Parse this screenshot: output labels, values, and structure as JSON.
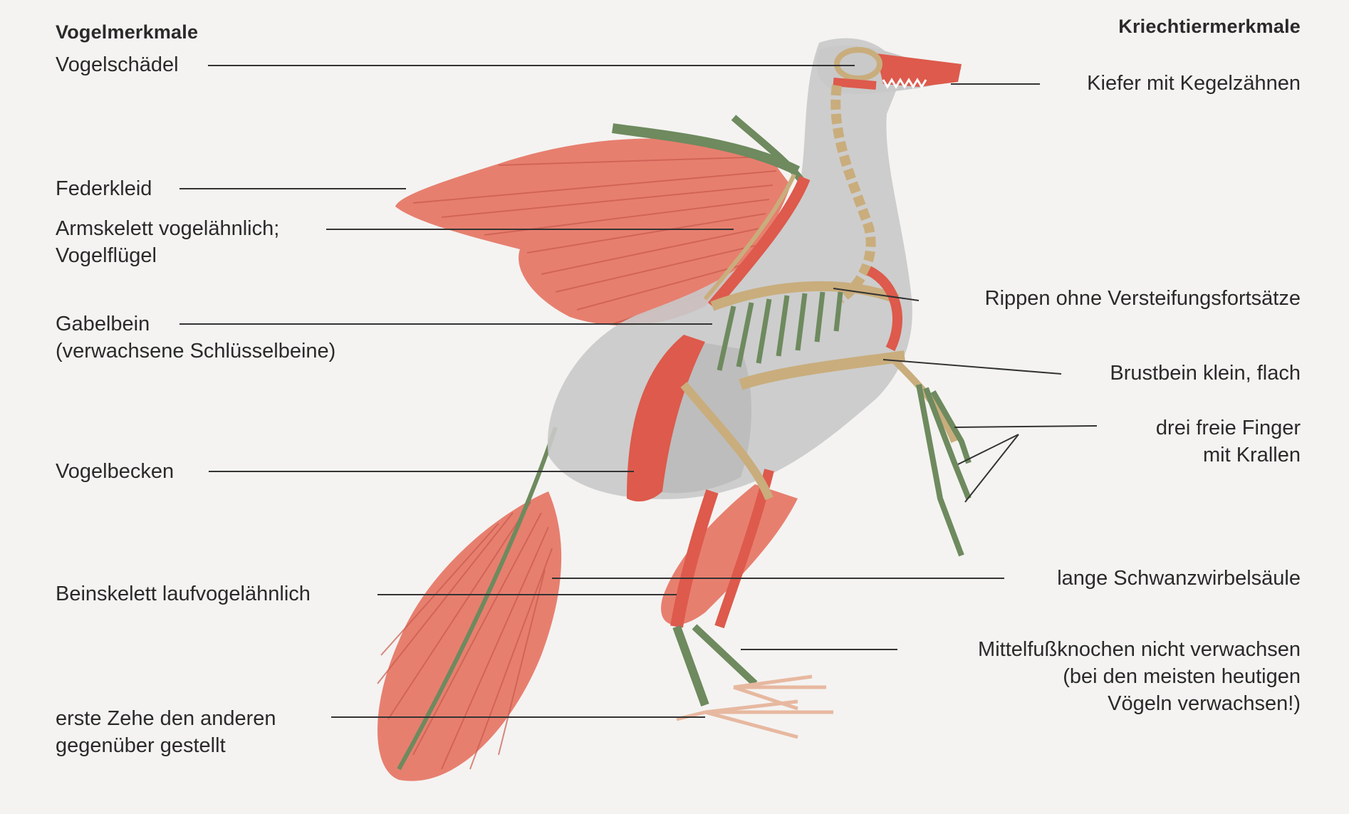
{
  "headings": {
    "bird_features": "Vogelmerkmale",
    "reptile_features": "Kriechtiermerkmale"
  },
  "bird_labels": {
    "skull": "Vogelschädel",
    "plumage": "Federkleid",
    "arm_line1": "Armskelett vogelähnlich;",
    "arm_line2": "Vogelflügel",
    "wishbone_line1": "Gabelbein",
    "wishbone_line2": "(verwachsene Schlüsselbeine)",
    "pelvis": "Vogelbecken",
    "leg": "Beinskelett laufvogelähnlich",
    "toe_line1": "erste Zehe den anderen",
    "toe_line2": "gegenüber gestellt"
  },
  "reptile_labels": {
    "jaw": "Kiefer mit Kegelzähnen",
    "ribs": "Rippen ohne Versteifungsfortsätze",
    "sternum": "Brustbein klein, flach",
    "fingers_line1": "drei freie Finger",
    "fingers_line2": "mit Krallen",
    "tail": "lange Schwanzwirbelsäule",
    "metatarsal_line1": "Mittelfußknochen nicht verwachsen",
    "metatarsal_line2": "(bei den meisten heutigen",
    "metatarsal_line3": "Vögeln verwachsen!)"
  },
  "colors": {
    "feathers": "#e77f6f",
    "body": "#c9c9c9",
    "bones": "#c9ad7c",
    "muscle": "#dd5a4c",
    "green_bones": "#6e8a5e"
  }
}
